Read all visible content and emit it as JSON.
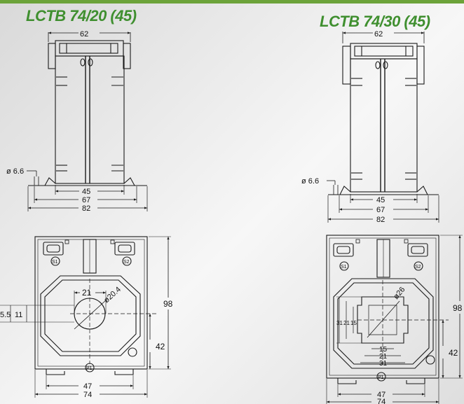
{
  "titles": [
    "LCTB 74/20 (45)",
    "LCTB 74/30 (45)"
  ],
  "colors": {
    "title": "#3f8f2f",
    "top_bar": "#6ca33a",
    "background": "#e6e6e6",
    "line": "#1a1a1a"
  },
  "left": {
    "side": {
      "width_top": "62",
      "hole": "ø 6.6",
      "w45": "45",
      "w67": "67",
      "w82": "82"
    },
    "front": {
      "w21": "21",
      "dia": "ø20.4",
      "h5_5": "5.5",
      "h11": "11",
      "h98": "98",
      "h42": "42",
      "w47": "47",
      "w74": "74",
      "s1": "S1",
      "s2": "S2",
      "p1": "P1"
    }
  },
  "right": {
    "side": {
      "width_top": "62",
      "hole": "ø 6.6",
      "w45": "45",
      "w67": "67",
      "w82": "82"
    },
    "front": {
      "dia": "ø26",
      "v31": "31",
      "v21": "21",
      "v15": "15",
      "w15": "15",
      "w21": "21",
      "w31": "31",
      "h98": "98",
      "h42": "42",
      "w47": "47",
      "w74": "74",
      "s1": "S1",
      "s2": "S2",
      "p1": "P1"
    }
  }
}
